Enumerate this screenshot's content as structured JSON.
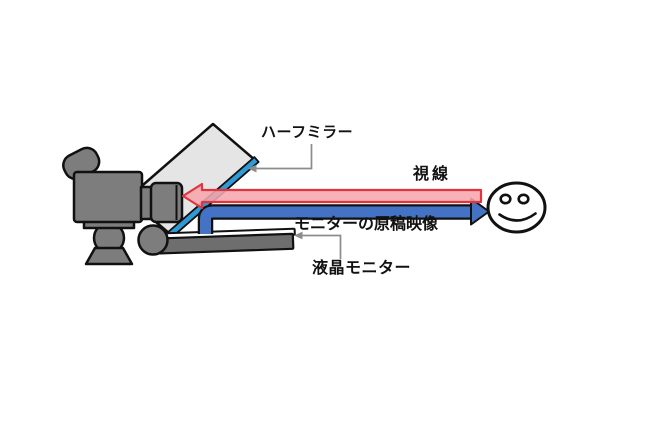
{
  "diagram": {
    "subject": "teleprompter-optics-diagram",
    "labels": {
      "half_mirror": "ハーフミラー",
      "line_of_sight": "視線",
      "monitor_image": "モニターの原稿映像",
      "lcd_monitor": "液晶モニター"
    },
    "colors": {
      "sight_fill": "#F8A6AE",
      "sight_stroke": "#E0353F",
      "image_beam_fill": "#4472C4",
      "mirror_surface_blue": "#2F9AD6",
      "mirror_glass_fill": "#E5E5E5",
      "camera_gray": "#7D7D7D",
      "monitor_gray": "#6E6E6E",
      "screen_white": "#FFFFFF",
      "outline_black": "#111111",
      "leader_gray": "#8C8C8C"
    }
  }
}
